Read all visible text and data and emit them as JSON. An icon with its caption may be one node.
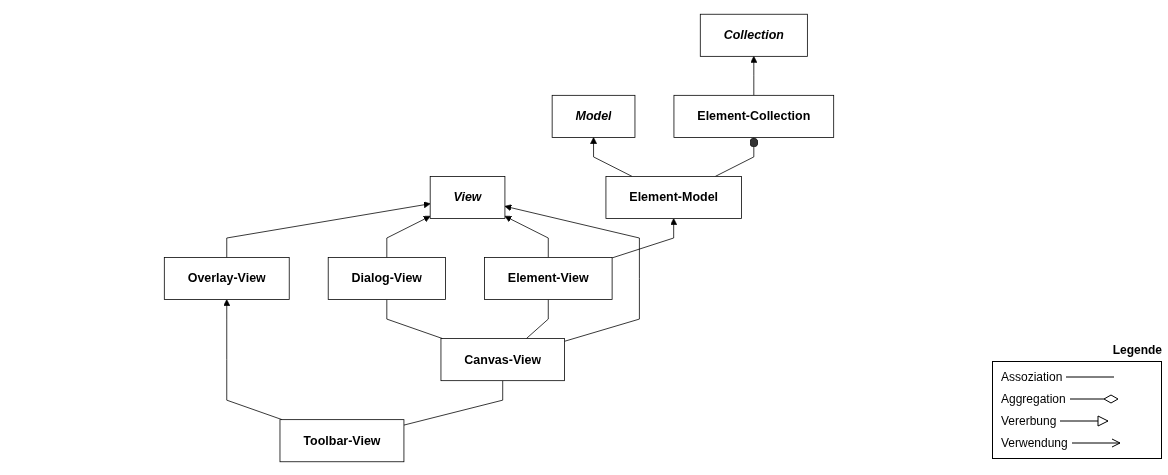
{
  "diagram": {
    "nodes": [
      {
        "text": [
          "View"
        ]
      },
      {
        "text": [
          "Model"
        ]
      },
      {
        "text": [
          "Collection"
        ]
      },
      {
        "text": [
          "Overlay-View"
        ]
      },
      {
        "text": [
          "Dialog-View"
        ]
      },
      {
        "text": [
          "Toolbar-View"
        ]
      },
      {
        "text": [
          "Canvas-View"
        ]
      },
      {
        "text": [
          "Element-View"
        ]
      },
      {
        "text": [
          "Element-Model"
        ]
      },
      {
        "text": [
          "Element-Collection"
        ]
      }
    ],
    "edges": [
      {
        "from": 3,
        "to": 0,
        "arrow": "to"
      },
      {
        "from": 4,
        "to": 0,
        "arrow": "to"
      },
      {
        "from": 5,
        "to": 3,
        "arrow": "to"
      },
      {
        "from": 6,
        "to": 4,
        "arrow": "none"
      },
      {
        "from": 5,
        "to": 6,
        "arrow": "none"
      },
      {
        "from": 6,
        "to": 7,
        "arrow": "none"
      },
      {
        "from": 7,
        "to": 0,
        "arrow": "to"
      },
      {
        "from": 7,
        "to": 8,
        "arrow": "to"
      },
      {
        "from": 8,
        "to": 1,
        "arrow": "to"
      },
      {
        "from": 8,
        "to": 9,
        "arrow": "other"
      },
      {
        "from": 9,
        "to": 2,
        "arrow": "to"
      },
      {
        "from": 6,
        "to": 0,
        "arrow": "to"
      }
    ],
    "labels": [
      "Legende"
    ],
    "legend": [
      {
        "text": "Assoziation"
      },
      {
        "text": "Aggregation"
      },
      {
        "text": "Vererbung"
      },
      {
        "text": "Verwendung"
      }
    ]
  }
}
